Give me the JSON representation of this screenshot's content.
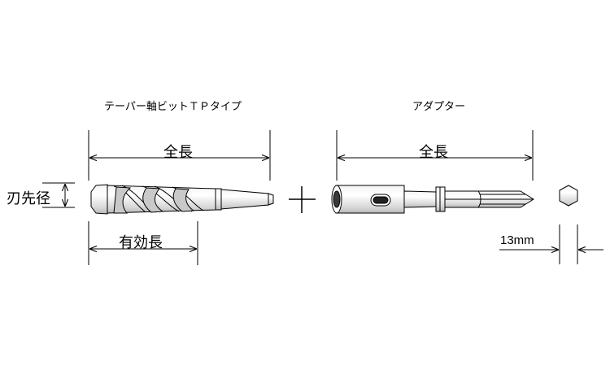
{
  "labels": {
    "left_title": "テーパー軸ビットＴＰタイプ",
    "right_title": "アダプター",
    "overall_length_left": "全長",
    "overall_length_right": "全長",
    "effective_length": "有効長",
    "cutting_diameter": "刃先径",
    "hex_size": "13mm"
  },
  "symbols": {
    "plus": "plus-sign"
  },
  "colors": {
    "line": "#000000",
    "body_fill": "#ffffff",
    "shade": "#cfcfcf"
  }
}
